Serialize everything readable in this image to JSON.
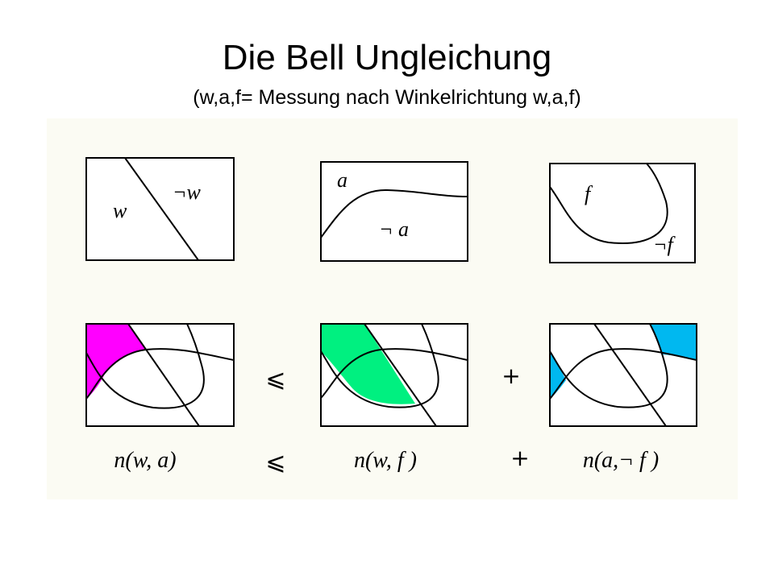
{
  "title": "Die Bell Ungleichung",
  "subtitle": "(w,a,f= Messung nach Winkelrichtung w,a,f)",
  "panels": {
    "w": {
      "label_in": "w",
      "label_out": "¬w"
    },
    "a": {
      "label_in": "a",
      "label_out": "¬ a"
    },
    "f": {
      "label_in": "f",
      "label_out": "¬f"
    }
  },
  "operators": {
    "leq": "⩽",
    "plus": "+"
  },
  "formula": {
    "lhs": "n(w, a)",
    "leq": "⩽",
    "term1": "n(w, f )",
    "plus": "+",
    "term2": "n(a,¬ f )"
  },
  "colors": {
    "magenta": "#ff00ff",
    "green": "#00f080",
    "blue": "#00b8f0",
    "figure_bg": "#fbfbf3"
  }
}
